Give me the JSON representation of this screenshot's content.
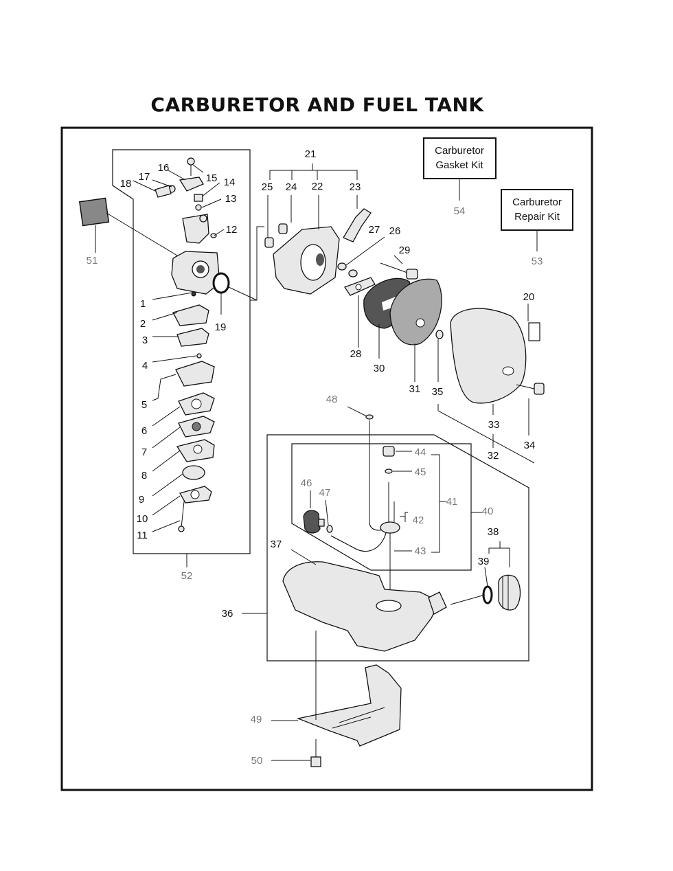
{
  "title": "CARBURETOR AND FUEL TANK",
  "kits": {
    "gasket": {
      "line1": "Carburetor",
      "line2": "Gasket Kit",
      "ref": "54"
    },
    "repair": {
      "line1": "Carburetor",
      "line2": "Repair Kit",
      "ref": "53"
    }
  },
  "labels": {
    "p1": "1",
    "p2": "2",
    "p3": "3",
    "p4": "4",
    "p5": "5",
    "p6": "6",
    "p7": "7",
    "p8": "8",
    "p9": "9",
    "p10": "10",
    "p11": "11",
    "p12": "12",
    "p13": "13",
    "p14": "14",
    "p15": "15",
    "p16": "16",
    "p17": "17",
    "p18": "18",
    "p19": "19",
    "p20": "20",
    "p21": "21",
    "p22": "22",
    "p23": "23",
    "p24": "24",
    "p25": "25",
    "p26": "26",
    "p27": "27",
    "p28": "28",
    "p29": "29",
    "p30": "30",
    "p31": "31",
    "p32": "32",
    "p33": "33",
    "p34": "34",
    "p35": "35",
    "p36": "36",
    "p37": "37",
    "p38": "38",
    "p39": "39",
    "p40": "40",
    "p41": "41",
    "p42": "42",
    "p43": "43",
    "p44": "44",
    "p45": "45",
    "p46": "46",
    "p47": "47",
    "p48": "48",
    "p49": "49",
    "p50": "50",
    "p51": "51",
    "p52": "52"
  }
}
